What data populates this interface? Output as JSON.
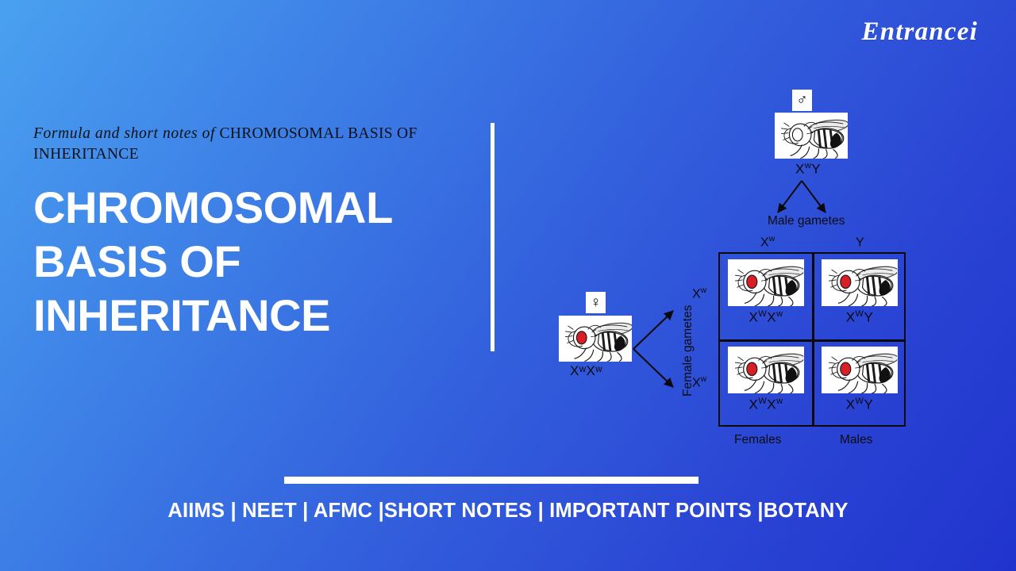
{
  "brand": {
    "name": "Entrancei"
  },
  "header": {
    "eyebrow_italic": "Formula and short notes of ",
    "eyebrow_caps": "CHROMOSOMAL BASIS OF INHERITANCE",
    "title": "CHROMOSOMAL BASIS OF INHERITANCE"
  },
  "footer": {
    "tags": "AIIMS | NEET | AFMC |SHORT NOTES | IMPORTANT POINTS |BOTANY"
  },
  "colors": {
    "gradient_start": "#4aa1f0",
    "gradient_end": "#2034cd",
    "text_light": "#ffffff",
    "text_dark": "#0a0a0a",
    "eye_red": "#d81f26",
    "rule": "#ffffff"
  },
  "diagram": {
    "male_parent": {
      "sex_symbol": "♂",
      "genotype_x": "X",
      "genotype_sup": "w",
      "genotype_tail": "Y",
      "fly_eye": "white"
    },
    "female_parent": {
      "sex_symbol": "♀",
      "genotype": "XʷXʷ",
      "fly_eye": "red"
    },
    "male_gametes_label": "Male gametes",
    "female_gametes_label": "Female gametes",
    "male_gametes": [
      {
        "base": "X",
        "sup": "w"
      },
      {
        "base": "Y",
        "sup": ""
      }
    ],
    "female_gametes": [
      {
        "base": "X",
        "sup": "w"
      },
      {
        "base": "X",
        "sup": "w"
      }
    ],
    "cells": [
      {
        "base1": "X",
        "sup1": "W",
        "base2": "X",
        "sup2": "w",
        "eye": "red"
      },
      {
        "base1": "X",
        "sup1": "W",
        "base2": "Y",
        "sup2": "",
        "eye": "red"
      },
      {
        "base1": "X",
        "sup1": "W",
        "base2": "X",
        "sup2": "w",
        "eye": "red"
      },
      {
        "base1": "X",
        "sup1": "W",
        "base2": "Y",
        "sup2": "",
        "eye": "red"
      }
    ],
    "column_labels": [
      "Females",
      "Males"
    ]
  }
}
